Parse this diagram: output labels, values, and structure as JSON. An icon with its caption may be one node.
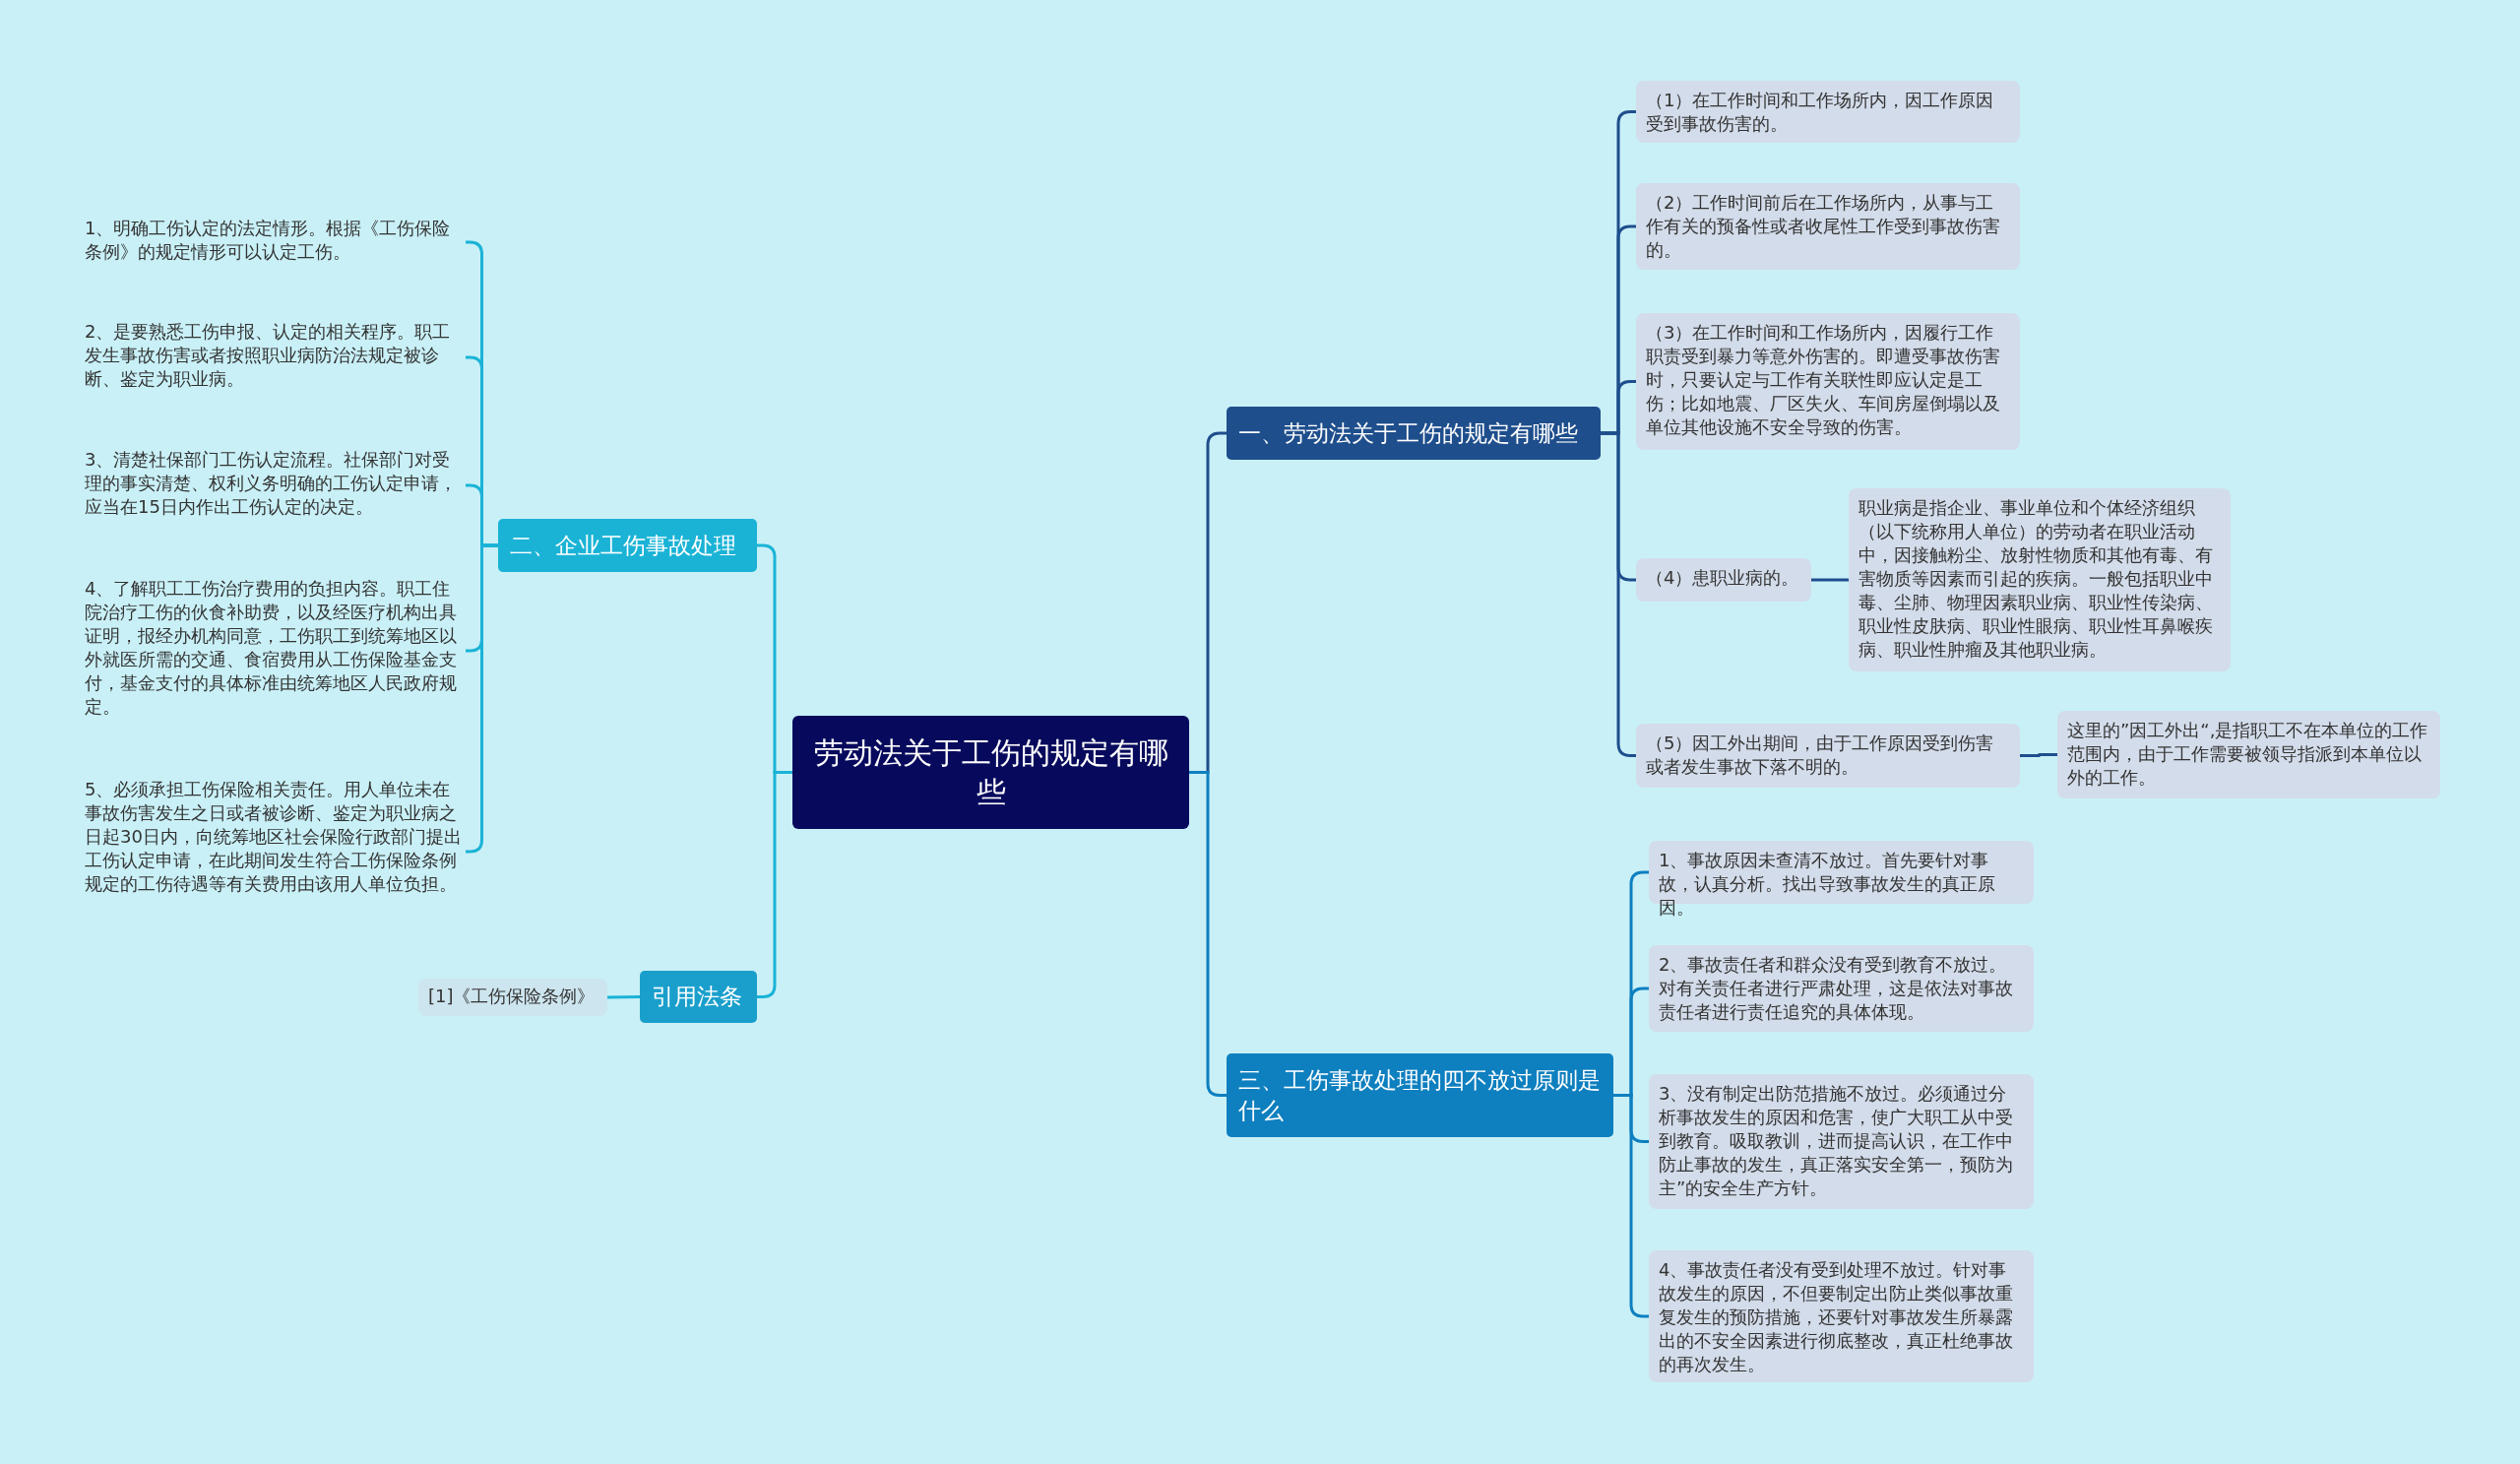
{
  "diagram": {
    "nodes": [
      {
        "text": [
          "劳动法关于工伤的规定有哪些"
        ]
      },
      {
        "text": [
          "一、劳动法关于工伤的规定有哪些"
        ]
      },
      {
        "text": [
          "（1）在工作时间和工作场所内，因工作原因受到事故伤害的。"
        ]
      },
      {
        "text": [
          "（2）工作时间前后在工作场所内，从事与工作有关的预备性或者收尾性工作受到事故伤害的。"
        ]
      },
      {
        "text": [
          "（3）在工作时间和工作场所内，因履行工作职责受到暴力等意外伤害的。即遭受事故伤害时，只要认定与工作有关联性即应认定是工伤；比如地震、厂区失火、车间房屋倒塌以及单位其他设施不安全导致的伤害。"
        ]
      },
      {
        "text": [
          "（4）患职业病的。"
        ]
      },
      {
        "text": [
          "职业病是指企业、事业单位和个体经济组织（以下统称用人单位）的劳动者在职业活动中，因接触粉尘、放射性物质和其他有毒、有害物质等因素而引起的疾病。一般包括职业中毒、尘肺、物理因素职业病、职业性传染病、职业性皮肤病、职业性眼病、职业性耳鼻喉疾病、职业性肿瘤及其他职业病。"
        ]
      },
      {
        "text": [
          "（5）因工外出期间，由于工作原因受到伤害或者发生事故下落不明的。"
        ]
      },
      {
        "text": [
          "这里的”因工外出“,是指职工不在本单位的工作范围内，由于工作需要被领导指派到本单位以外的工作。"
        ]
      },
      {
        "text": [
          "三、工伤事故处理的四不放过原则是什么"
        ]
      },
      {
        "text": [
          "1、事故原因未查清不放过。首先要针对事故，认真分析。找出导致事故发生的真正原因。"
        ]
      },
      {
        "text": [
          "2、事故责任者和群众没有受到教育不放过。对有关责任者进行严肃处理，这是依法对事故责任者进行责任追究的具体体现。"
        ]
      },
      {
        "text": [
          "3、没有制定出防范措施不放过。必须通过分析事故发生的原因和危害，使广大职工从中受到教育。吸取教训，进而提高认识，在工作中防止事故的发生，真正落实安全第一，预防为主”的安全生产方针。"
        ]
      },
      {
        "text": [
          "4、事故责任者没有受到处理不放过。针对事故发生的原因，不但要制定出防止类似事故重复发生的预防措施，还要针对事故发生所暴露出的不安全因素进行彻底整改，真正杜绝事故的再次发生。"
        ]
      },
      {
        "text": [
          "二、企业工伤事故处理"
        ]
      },
      {
        "text": [
          "1、明确工伤认定的法定情形。根据《工伤保险条例》的规定情形可以认定工伤。"
        ]
      },
      {
        "text": [
          "2、是要熟悉工伤申报、认定的相关程序。职工发生事故伤害或者按照职业病防治法规定被诊断、鉴定为职业病。"
        ]
      },
      {
        "text": [
          "3、清楚社保部门工伤认定流程。社保部门对受理的事实清楚、权利义务明确的工伤认定申请，应当在15日内作出工伤认定的决定。"
        ]
      },
      {
        "text": [
          "4、了解职工工伤治疗费用的负担内容。职工住院治疗工伤的伙食补助费，以及经医疗机构出具证明，报经办机构同意，工伤职工到统筹地区以外就医所需的交通、食宿费用从工伤保险基金支付，基金支付的具体标准由统筹地区人民政府规定。"
        ]
      },
      {
        "text": [
          "5、必须承担工伤保险相关责任。用人单位未在事故伤害发生之日或者被诊断、鉴定为职业病之日起30日内，向统筹地区社会保险行政部门提出工伤认定申请，在此期间发生符合工伤保险条例规定的工伤待遇等有关费用由该用人单位负担。"
        ]
      },
      {
        "text": [
          "引用法条"
        ]
      },
      {
        "text": [
          "[1]《工伤保险条例》"
        ]
      }
    ],
    "edges": [
      {
        "from": 0,
        "to": 1,
        "arrow": "none",
        "color": "#1e4e8c"
      },
      {
        "from": 0,
        "to": 9,
        "arrow": "none",
        "color": "#0e7fbf"
      },
      {
        "from": 0,
        "to": 14,
        "arrow": "none",
        "color": "#1ab3d6"
      },
      {
        "from": 0,
        "to": 20,
        "arrow": "none",
        "color": "#1ab3d6"
      },
      {
        "from": 1,
        "to": 2,
        "arrow": "none",
        "color": "#1e4e8c"
      },
      {
        "from": 1,
        "to": 3,
        "arrow": "none",
        "color": "#1e4e8c"
      },
      {
        "from": 1,
        "to": 4,
        "arrow": "none",
        "color": "#1e4e8c"
      },
      {
        "from": 1,
        "to": 5,
        "arrow": "none",
        "color": "#1e4e8c"
      },
      {
        "from": 5,
        "to": 6,
        "arrow": "none",
        "color": "#1e4e8c"
      },
      {
        "from": 1,
        "to": 7,
        "arrow": "none",
        "color": "#1e4e8c"
      },
      {
        "from": 7,
        "to": 8,
        "arrow": "none",
        "color": "#1e4e8c"
      },
      {
        "from": 9,
        "to": 10,
        "arrow": "none",
        "color": "#0e7fbf"
      },
      {
        "from": 9,
        "to": 11,
        "arrow": "none",
        "color": "#0e7fbf"
      },
      {
        "from": 9,
        "to": 12,
        "arrow": "none",
        "color": "#0e7fbf"
      },
      {
        "from": 9,
        "to": 13,
        "arrow": "none",
        "color": "#0e7fbf"
      },
      {
        "from": 14,
        "to": 15,
        "arrow": "none",
        "color": "#1ab3d6"
      },
      {
        "from": 14,
        "to": 16,
        "arrow": "none",
        "color": "#1ab3d6"
      },
      {
        "from": 14,
        "to": 17,
        "arrow": "none",
        "color": "#1ab3d6"
      },
      {
        "from": 14,
        "to": 18,
        "arrow": "none",
        "color": "#1ab3d6"
      },
      {
        "from": 14,
        "to": 19,
        "arrow": "none",
        "color": "#1ab3d6"
      },
      {
        "from": 20,
        "to": 21,
        "arrow": "none",
        "color": "#1ab3d6"
      }
    ]
  }
}
